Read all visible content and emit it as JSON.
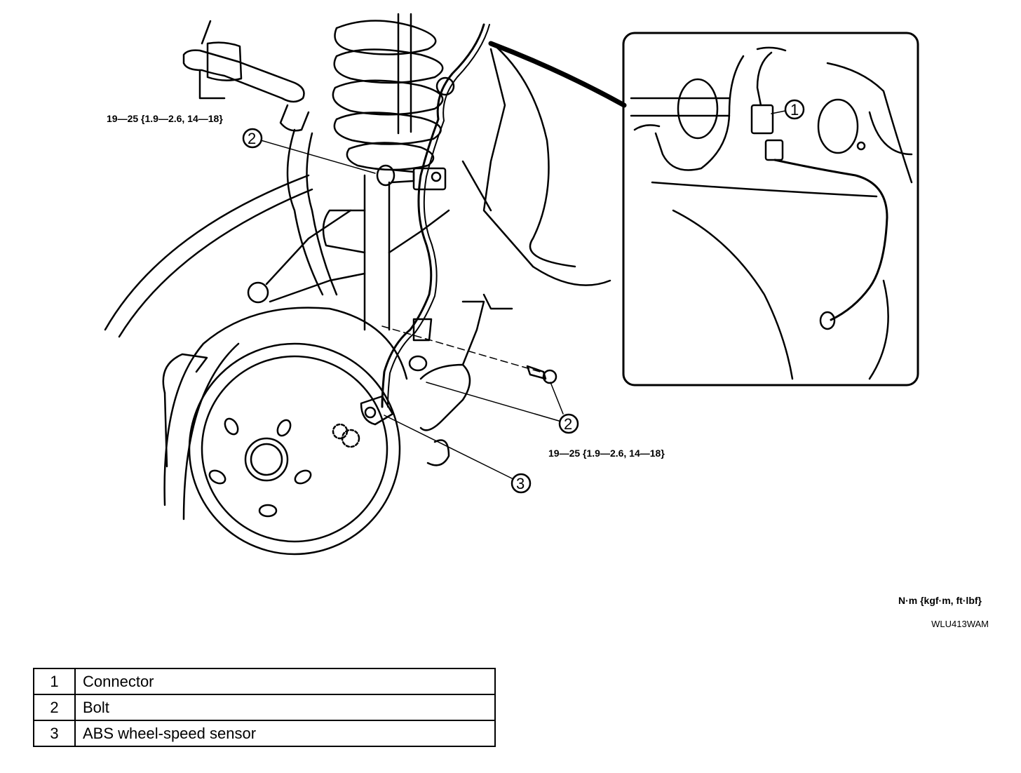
{
  "diagram": {
    "torque_top": "19—25 {1.9—2.6, 14—18}",
    "torque_bottom": "19—25 {1.9—2.6, 14—18}",
    "callouts": {
      "c1": "1",
      "c2_top": "2",
      "c2_bottom": "2",
      "c3": "3"
    }
  },
  "units": "N·m {kgf·m, ft·lbf}",
  "figure_code": "WLU413WAM",
  "legend": [
    {
      "num": "1",
      "label": "Connector"
    },
    {
      "num": "2",
      "label": "Bolt"
    },
    {
      "num": "3",
      "label": "ABS wheel-speed sensor"
    }
  ]
}
